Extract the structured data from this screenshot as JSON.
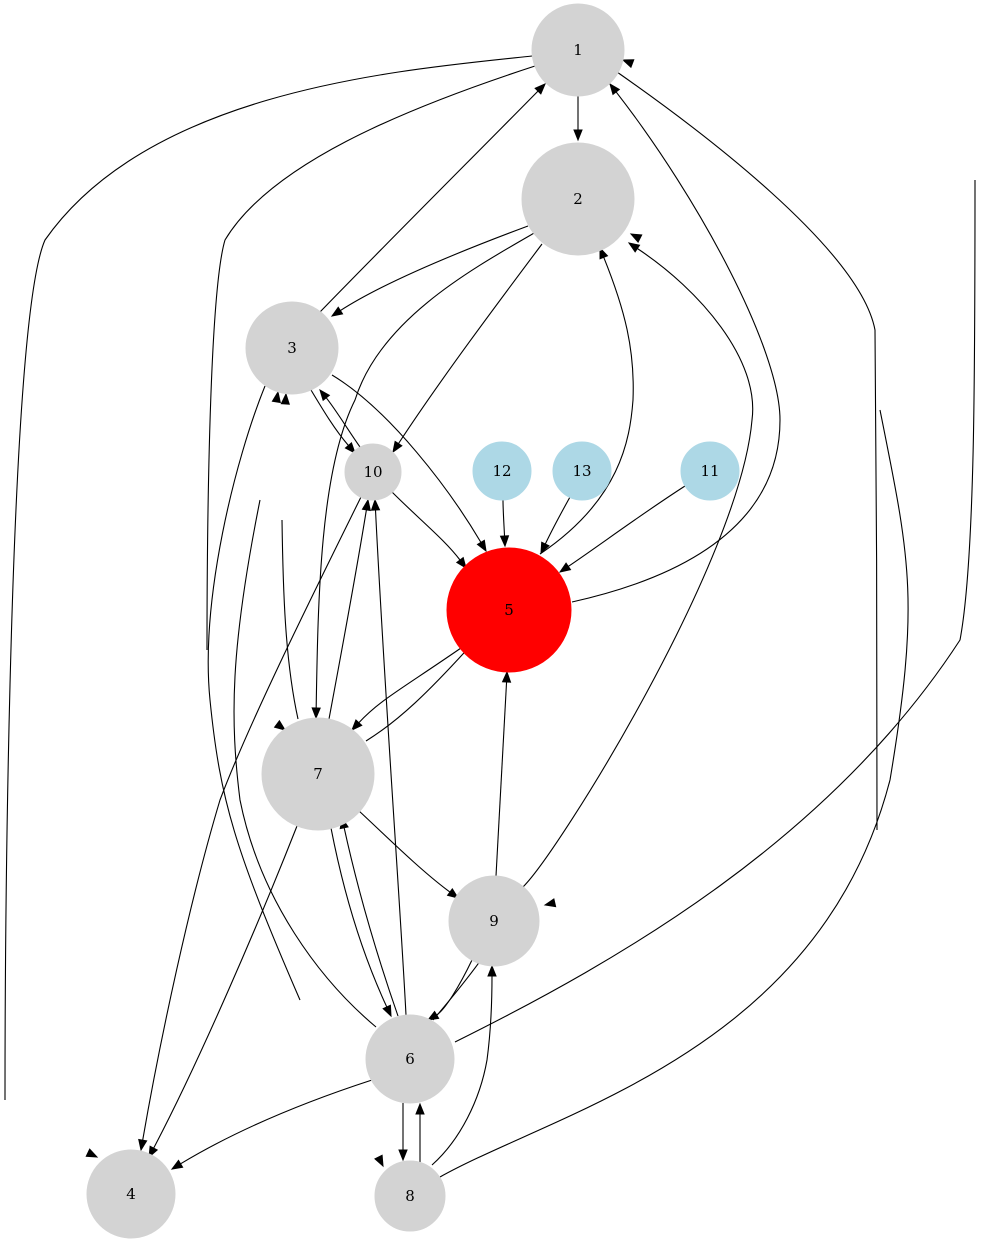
{
  "graph": {
    "nodes": [
      {
        "id": "1",
        "label": "1",
        "color": "#d3d3d3"
      },
      {
        "id": "2",
        "label": "2",
        "color": "#d3d3d3"
      },
      {
        "id": "3",
        "label": "3",
        "color": "#d3d3d3"
      },
      {
        "id": "4",
        "label": "4",
        "color": "#d3d3d3"
      },
      {
        "id": "5",
        "label": "5",
        "color": "#ff0000"
      },
      {
        "id": "6",
        "label": "6",
        "color": "#d3d3d3"
      },
      {
        "id": "7",
        "label": "7",
        "color": "#d3d3d3"
      },
      {
        "id": "8",
        "label": "8",
        "color": "#d3d3d3"
      },
      {
        "id": "9",
        "label": "9",
        "color": "#d3d3d3"
      },
      {
        "id": "10",
        "label": "10",
        "color": "#d3d3d3"
      },
      {
        "id": "11",
        "label": "11",
        "color": "#add8e6"
      },
      {
        "id": "12",
        "label": "12",
        "color": "#add8e6"
      },
      {
        "id": "13",
        "label": "13",
        "color": "#add8e6"
      }
    ],
    "edges": [
      {
        "from": "1",
        "to": "2"
      },
      {
        "from": "1",
        "to": "4"
      },
      {
        "from": "1",
        "to": "7"
      },
      {
        "from": "1",
        "to": "9"
      },
      {
        "from": "2",
        "to": "3"
      },
      {
        "from": "2",
        "to": "7"
      },
      {
        "from": "2",
        "to": "10"
      },
      {
        "from": "3",
        "to": "1"
      },
      {
        "from": "3",
        "to": "10"
      },
      {
        "from": "3",
        "to": "5"
      },
      {
        "from": "3",
        "to": "8"
      },
      {
        "from": "5",
        "to": "1"
      },
      {
        "from": "5",
        "to": "2"
      },
      {
        "from": "5",
        "to": "7"
      },
      {
        "from": "6",
        "to": "1"
      },
      {
        "from": "6",
        "to": "3"
      },
      {
        "from": "6",
        "to": "4"
      },
      {
        "from": "6",
        "to": "7"
      },
      {
        "from": "6",
        "to": "8"
      },
      {
        "from": "6",
        "to": "9"
      },
      {
        "from": "6",
        "to": "10"
      },
      {
        "from": "7",
        "to": "3"
      },
      {
        "from": "7",
        "to": "4"
      },
      {
        "from": "7",
        "to": "5"
      },
      {
        "from": "7",
        "to": "6"
      },
      {
        "from": "7",
        "to": "9"
      },
      {
        "from": "7",
        "to": "10"
      },
      {
        "from": "8",
        "to": "2"
      },
      {
        "from": "8",
        "to": "6"
      },
      {
        "from": "8",
        "to": "9"
      },
      {
        "from": "9",
        "to": "2"
      },
      {
        "from": "9",
        "to": "5"
      },
      {
        "from": "9",
        "to": "6"
      },
      {
        "from": "10",
        "to": "3"
      },
      {
        "from": "10",
        "to": "4"
      },
      {
        "from": "10",
        "to": "5"
      },
      {
        "from": "11",
        "to": "5"
      },
      {
        "from": "12",
        "to": "5"
      },
      {
        "from": "13",
        "to": "5"
      }
    ]
  }
}
